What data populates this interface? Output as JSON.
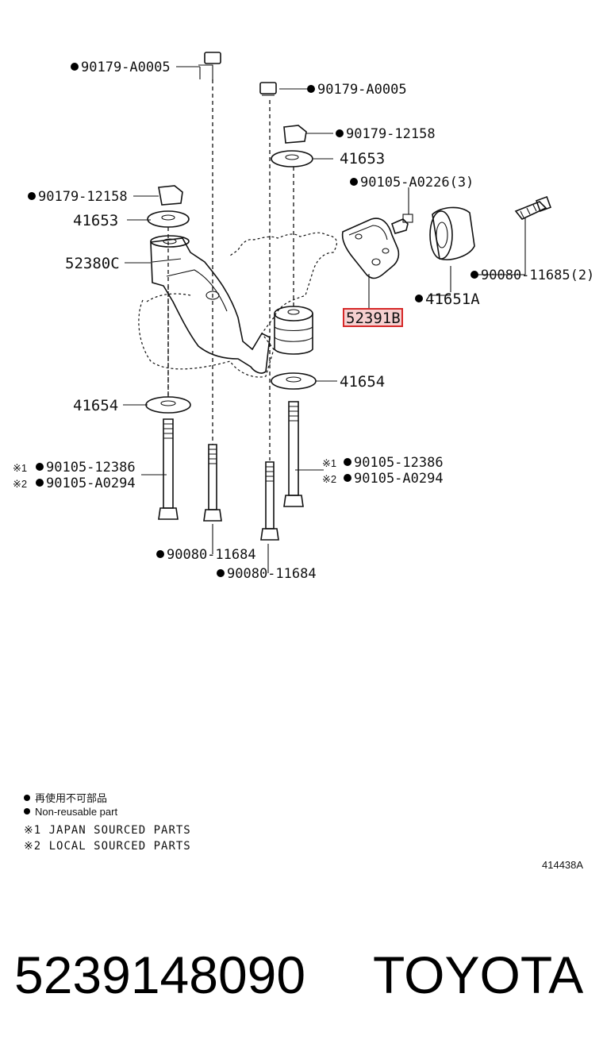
{
  "callouts": {
    "c1": "90179-A0005",
    "c2": "90179-A0005",
    "c3": "90179-12158",
    "c4": "41653",
    "c5": "90179-12158",
    "c6": "41653",
    "c7": "90105-A0226(3)",
    "c8": "52380C",
    "c9": "90080-11685(2)",
    "c10": "41651A",
    "c11": "52391B",
    "c12": "41654",
    "c13": "41654",
    "c14": "90105-12386",
    "c15": "90105-A0294",
    "c16": "90105-12386",
    "c17": "90105-A0294",
    "c18": "90080-11684",
    "c19": "90080-11684"
  },
  "marks": {
    "m1": "※1",
    "m2": "※2"
  },
  "legend": {
    "nonreusable_cn": "再使用不可部品",
    "nonreusable_en": "Non-reusable part",
    "japan": "※1 JAPAN SOURCED PARTS",
    "local": "※2 LOCAL SOURCED PARTS"
  },
  "figure_id": "414438A",
  "footer": {
    "part_number": "5239148090",
    "brand": "TOYOTA"
  },
  "colors": {
    "highlight": "#d62828",
    "highlight_fill": "#f6d0d0",
    "ink": "#111111"
  }
}
